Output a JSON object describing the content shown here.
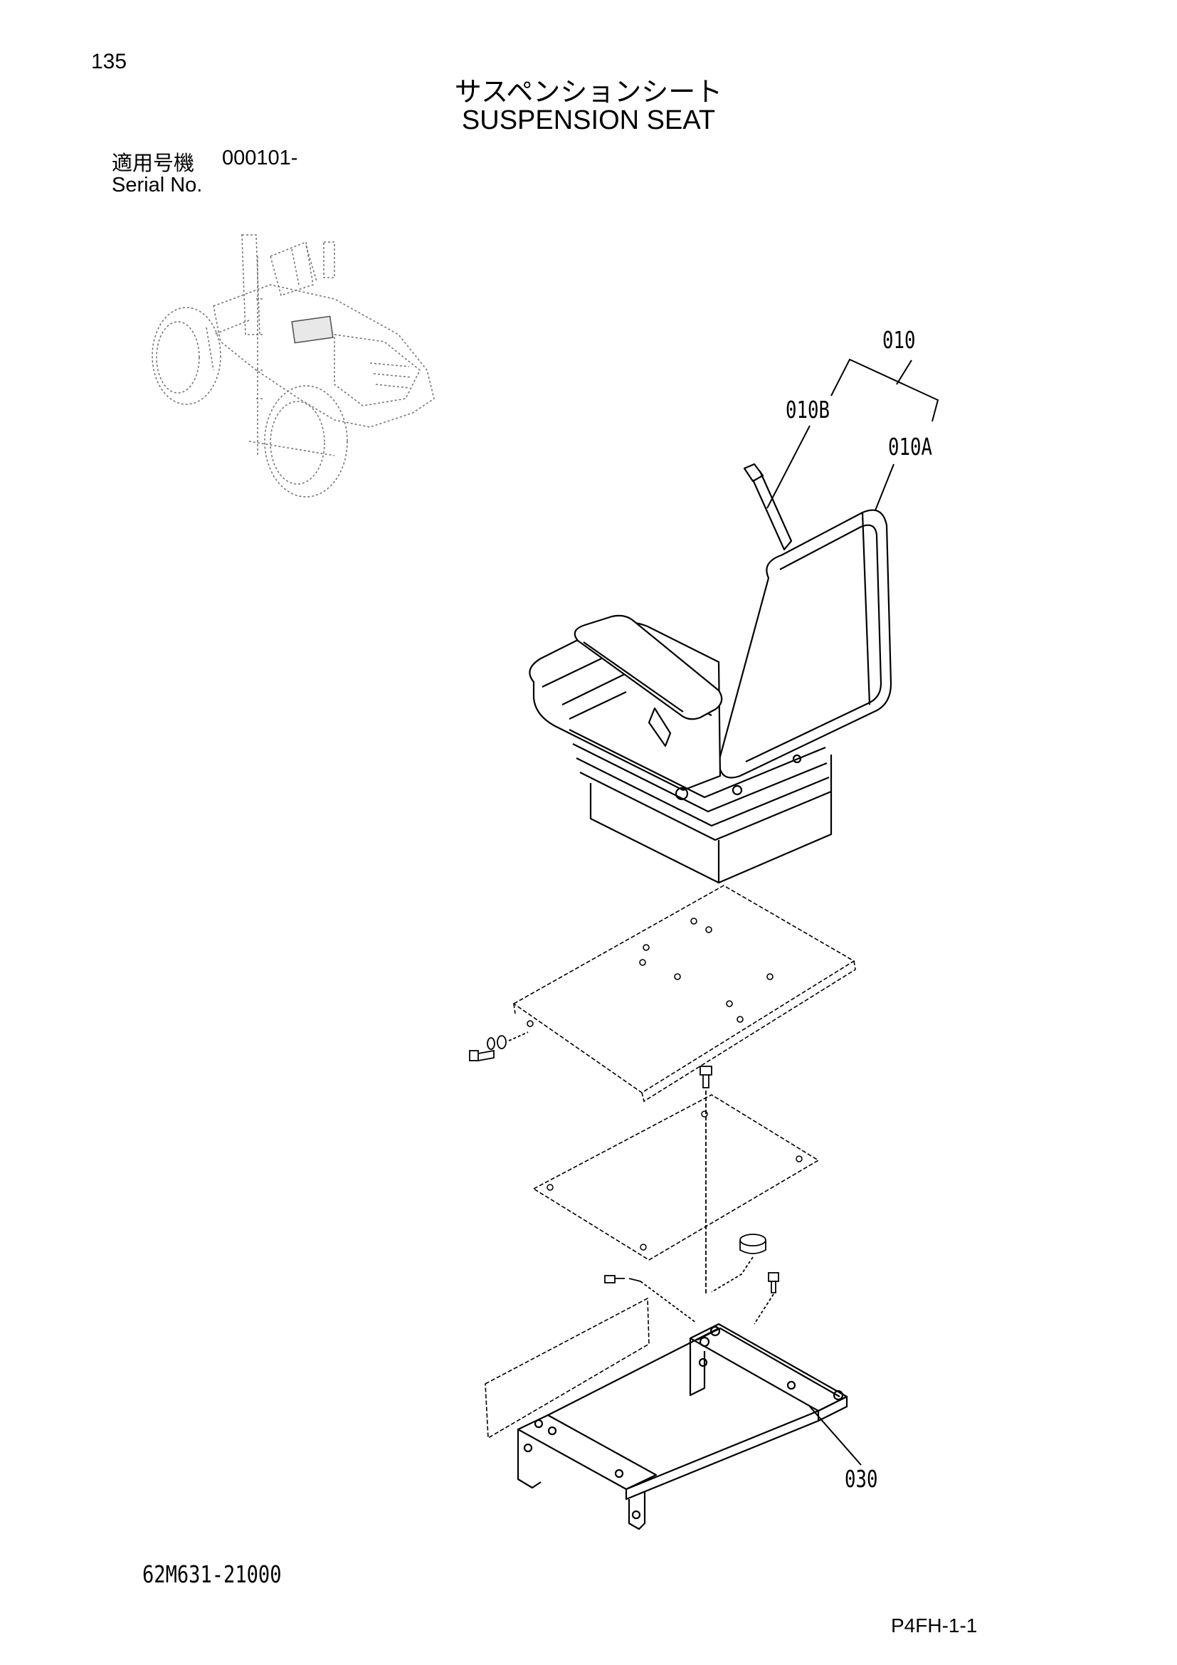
{
  "header": {
    "page_number": "135",
    "title_jp": "サスペンションシート",
    "title_en": "SUSPENSION SEAT",
    "serial_jp_label": "適用号機",
    "serial_value": "000101-",
    "serial_en_label": "Serial No."
  },
  "callouts": {
    "seat_assembly": "010",
    "seat_belt": "010B",
    "seat": "010A",
    "bracket": "030"
  },
  "footer": {
    "drawing_number": "62M631-21000",
    "page_code": "P4FH-1-1"
  }
}
